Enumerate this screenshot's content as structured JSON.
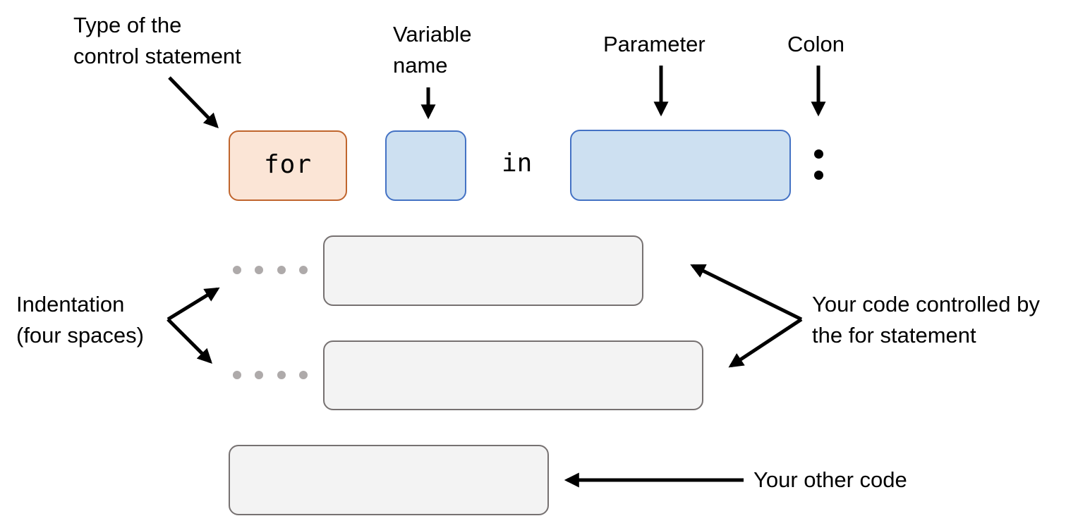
{
  "labels": {
    "type_of_statement": [
      "Type of the",
      "control statement"
    ],
    "variable_name": [
      "Variable",
      "name"
    ],
    "parameter": "Parameter",
    "colon": "Colon",
    "indentation": [
      "Indentation",
      "(four spaces)"
    ],
    "controlled_code": [
      "Your code controlled by",
      "the for statement"
    ],
    "other_code": "Your other code"
  },
  "code": {
    "keyword": "for",
    "in_keyword": "in"
  },
  "colors": {
    "keyword_fill": "#fbe5d6",
    "keyword_border": "#c0652d",
    "placeholder_fill": "#cde0f1",
    "placeholder_border": "#4472c4",
    "code_block_fill": "#f3f3f3",
    "code_block_border": "#767171",
    "indent_dot": "#aeaaaa"
  }
}
